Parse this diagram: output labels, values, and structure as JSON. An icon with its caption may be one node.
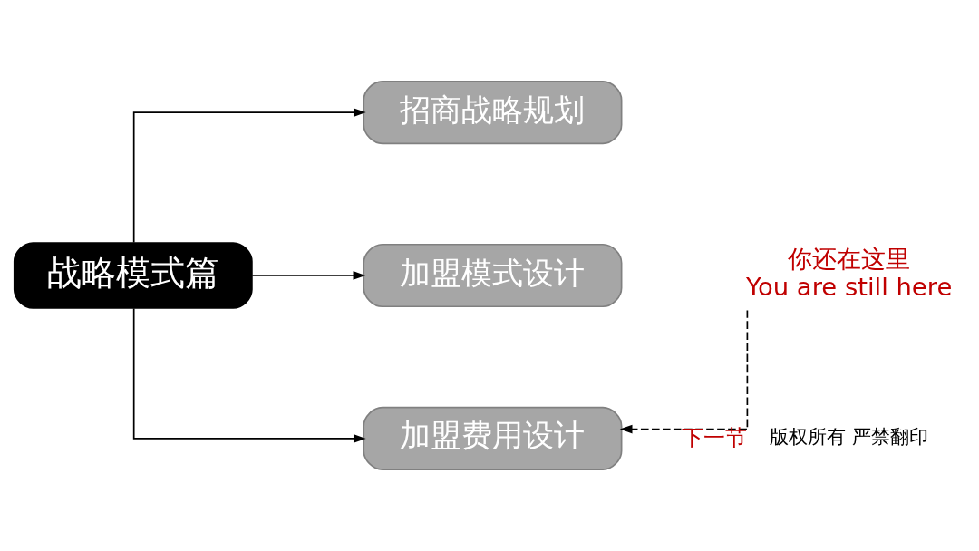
{
  "diagram": {
    "nodes": [
      {
        "text": [
          "战略模式篇"
        ]
      },
      {
        "text": [
          "招商战略规划"
        ]
      },
      {
        "text": [
          "加盟模式设计"
        ]
      },
      {
        "text": [
          "加盟费用设计"
        ]
      },
      {
        "text": [
          "你还在这里",
          "You are still here"
        ]
      }
    ],
    "edges": [
      {
        "from": 0,
        "to": 1,
        "arrow": "to"
      },
      {
        "from": 0,
        "to": 2,
        "arrow": "to"
      },
      {
        "from": 0,
        "to": 3,
        "arrow": "to"
      },
      {
        "from": 4,
        "to": 3,
        "arrow": "to",
        "label": "下一节",
        "style": "dashed"
      }
    ],
    "labels": [
      "版权所有 严禁翻印"
    ]
  }
}
